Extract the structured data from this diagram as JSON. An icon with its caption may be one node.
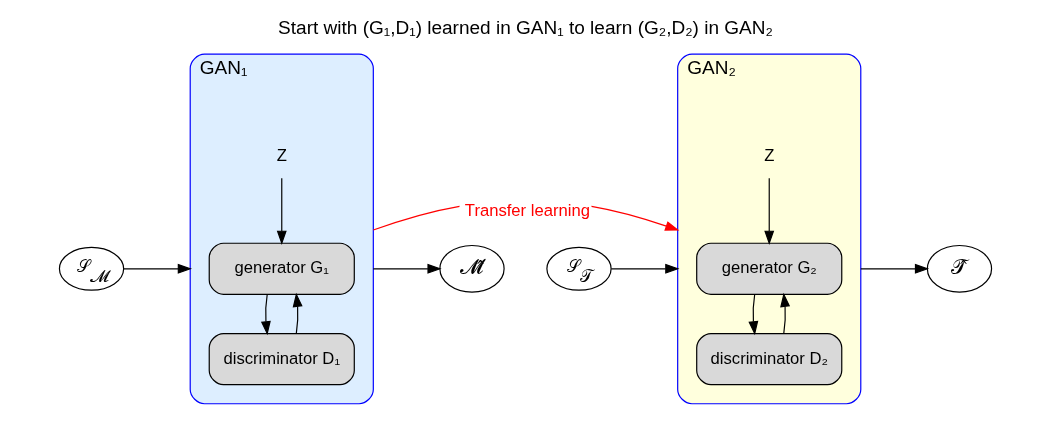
{
  "diagram": {
    "title": "Start with (G₁,D₁) learned in GAN₁ to learn (G₂,D₂) in GAN₂",
    "nodes": [
      {
        "text": [
          "𝒮$_{𝓜}$"
        ]
      },
      {
        "text": [
          "GAN₁"
        ]
      },
      {
        "text": [
          "Z"
        ],
        "in": 1
      },
      {
        "text": [
          "generator G₁"
        ],
        "in": 1
      },
      {
        "text": [
          "discriminator D₁"
        ],
        "in": 1
      },
      {
        "text": [
          "𝓜̂"
        ]
      },
      {
        "text": [
          "𝒮$_{𝒯}$"
        ]
      },
      {
        "text": [
          "GAN₂"
        ]
      },
      {
        "text": [
          "Z"
        ],
        "in": 7
      },
      {
        "text": [
          "generator G₂"
        ],
        "in": 7
      },
      {
        "text": [
          "discriminator D₂"
        ],
        "in": 7
      },
      {
        "text": [
          "𝒯̂"
        ]
      }
    ],
    "edges": [
      {
        "from": 0,
        "to": 1,
        "arrow": "to"
      },
      {
        "from": 2,
        "to": 3,
        "arrow": "to"
      },
      {
        "from": 3,
        "to": 4,
        "arrow": "to"
      },
      {
        "from": 4,
        "to": 3,
        "arrow": "to"
      },
      {
        "from": 1,
        "to": 5,
        "arrow": "to"
      },
      {
        "from": 1,
        "to": 7,
        "arrow": "to",
        "label": "Transfer learning",
        "color": "#ff0000"
      },
      {
        "from": 6,
        "to": 7,
        "arrow": "to"
      },
      {
        "from": 8,
        "to": 9,
        "arrow": "to"
      },
      {
        "from": 9,
        "to": 10,
        "arrow": "to"
      },
      {
        "from": 10,
        "to": 9,
        "arrow": "to"
      },
      {
        "from": 7,
        "to": 11,
        "arrow": "to"
      }
    ]
  }
}
